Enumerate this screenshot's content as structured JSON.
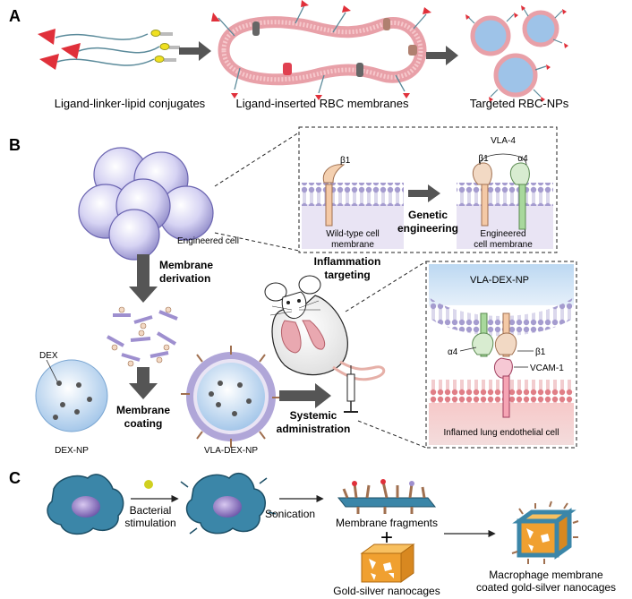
{
  "panels": {
    "a": {
      "letter": "A",
      "captions": [
        "Ligand-linker-lipid conjugates",
        "Ligand-inserted RBC membranes",
        "Targeted RBC-NPs"
      ]
    },
    "b": {
      "letter": "B",
      "engineered_cell": "Engineered cell",
      "membrane_derivation": [
        "Membrane",
        "derivation"
      ],
      "dex": "DEX",
      "dex_np": "DEX-NP",
      "membrane_coating": [
        "Membrane",
        "coating"
      ],
      "vla_dex_np": "VLA-DEX-NP",
      "systemic_administration": [
        "Systemic",
        "administration"
      ],
      "inflammation_targeting": [
        "Inflammation",
        "targeting"
      ],
      "inset_top": {
        "beta1": "β1",
        "vla4": "VLA-4",
        "beta1_b": "β1",
        "alpha4": "α4",
        "wild_type": [
          "Wild-type cell",
          "membrane"
        ],
        "genetic_engineering": [
          "Genetic",
          "engineering"
        ],
        "engineered_membrane": [
          "Engineered",
          "cell membrane"
        ]
      },
      "inset_bottom": {
        "title": "VLA-DEX-NP",
        "alpha4": "α4",
        "beta1": "β1",
        "vcam": "VCAM-1",
        "caption": "Inflamed lung endothelial cell"
      }
    },
    "c": {
      "letter": "C",
      "bacterial_stimulation": [
        "Bacterial",
        "stimulation"
      ],
      "sonication": "Sonication",
      "membrane_fragments": "Membrane fragments",
      "plus": "+",
      "nanocages": "Gold-silver nanocages",
      "result": [
        "Macrophage membrane",
        "coated gold-silver nanocages"
      ]
    }
  },
  "colors": {
    "lipid_pink": "#e8a0a8",
    "lipid_purple": "#a59ccf",
    "arrow_gray": "#555555",
    "cell_lavender": "#c9c6ee",
    "nanocage_orange": "#f0a030",
    "macrophage_blue": "#3b86a8"
  }
}
